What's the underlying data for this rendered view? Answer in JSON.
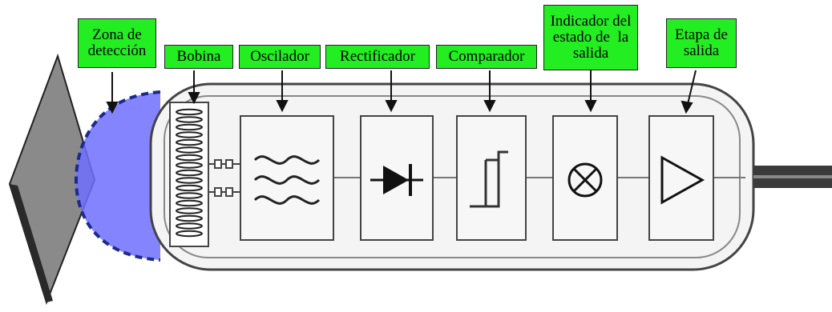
{
  "labels": {
    "zona": [
      "Zona de",
      "detección"
    ],
    "bobina": [
      "Bobina"
    ],
    "oscilador": [
      "Oscilador"
    ],
    "rectificador": [
      "Rectificador"
    ],
    "comparador": [
      "Comparador"
    ],
    "indicador": [
      "Indicador del",
      "estado de  la",
      "salida"
    ],
    "etapa": [
      "Etapa de",
      "salida"
    ]
  },
  "colors": {
    "label_bg": "#22ee22",
    "detection_zone": "#6f6fff",
    "detection_outline": "#1c2a8c",
    "target": "#8a8a8a",
    "body_fill": "#f4f4f4",
    "line": "#555555"
  },
  "icons": {
    "oscilador": "sine-waves-icon",
    "rectificador": "diode-icon",
    "comparador": "hysteresis-icon",
    "indicador": "lamp-cross-icon",
    "etapa": "amplifier-triangle-icon",
    "bobina": "coil-icon"
  }
}
